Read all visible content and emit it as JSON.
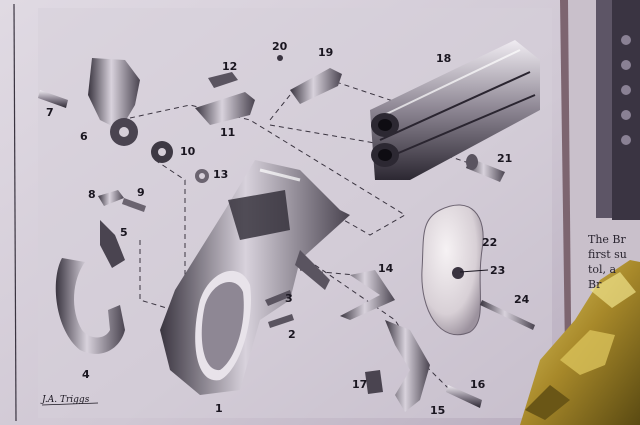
{
  "photo": {
    "description_colors": {
      "page": "#d3ccd6",
      "edge_page": "#bdb3c2",
      "ink": "#1a1620",
      "brass": "#b59a2e"
    }
  },
  "callouts": [
    {
      "id": "1",
      "text": "1"
    },
    {
      "id": "2",
      "text": "2"
    },
    {
      "id": "3",
      "text": "3"
    },
    {
      "id": "4",
      "text": "4"
    },
    {
      "id": "5",
      "text": "5"
    },
    {
      "id": "6",
      "text": "6"
    },
    {
      "id": "7",
      "text": "7"
    },
    {
      "id": "8",
      "text": "8"
    },
    {
      "id": "9",
      "text": "9"
    },
    {
      "id": "10",
      "text": "10"
    },
    {
      "id": "11",
      "text": "11"
    },
    {
      "id": "12",
      "text": "12"
    },
    {
      "id": "13",
      "text": "13"
    },
    {
      "id": "14",
      "text": "14"
    },
    {
      "id": "15",
      "text": "15"
    },
    {
      "id": "16",
      "text": "16"
    },
    {
      "id": "17",
      "text": "17"
    },
    {
      "id": "18",
      "text": "18"
    },
    {
      "id": "19",
      "text": "19"
    },
    {
      "id": "20",
      "text": "20"
    },
    {
      "id": "21",
      "text": "21"
    },
    {
      "id": "22",
      "text": "22"
    },
    {
      "id": "23",
      "text": "23"
    },
    {
      "id": "24",
      "text": "24"
    }
  ],
  "signature": "J.A. Triggs",
  "side_page_text": [
    "The Br",
    "first su",
    "tol, a",
    "Br"
  ]
}
